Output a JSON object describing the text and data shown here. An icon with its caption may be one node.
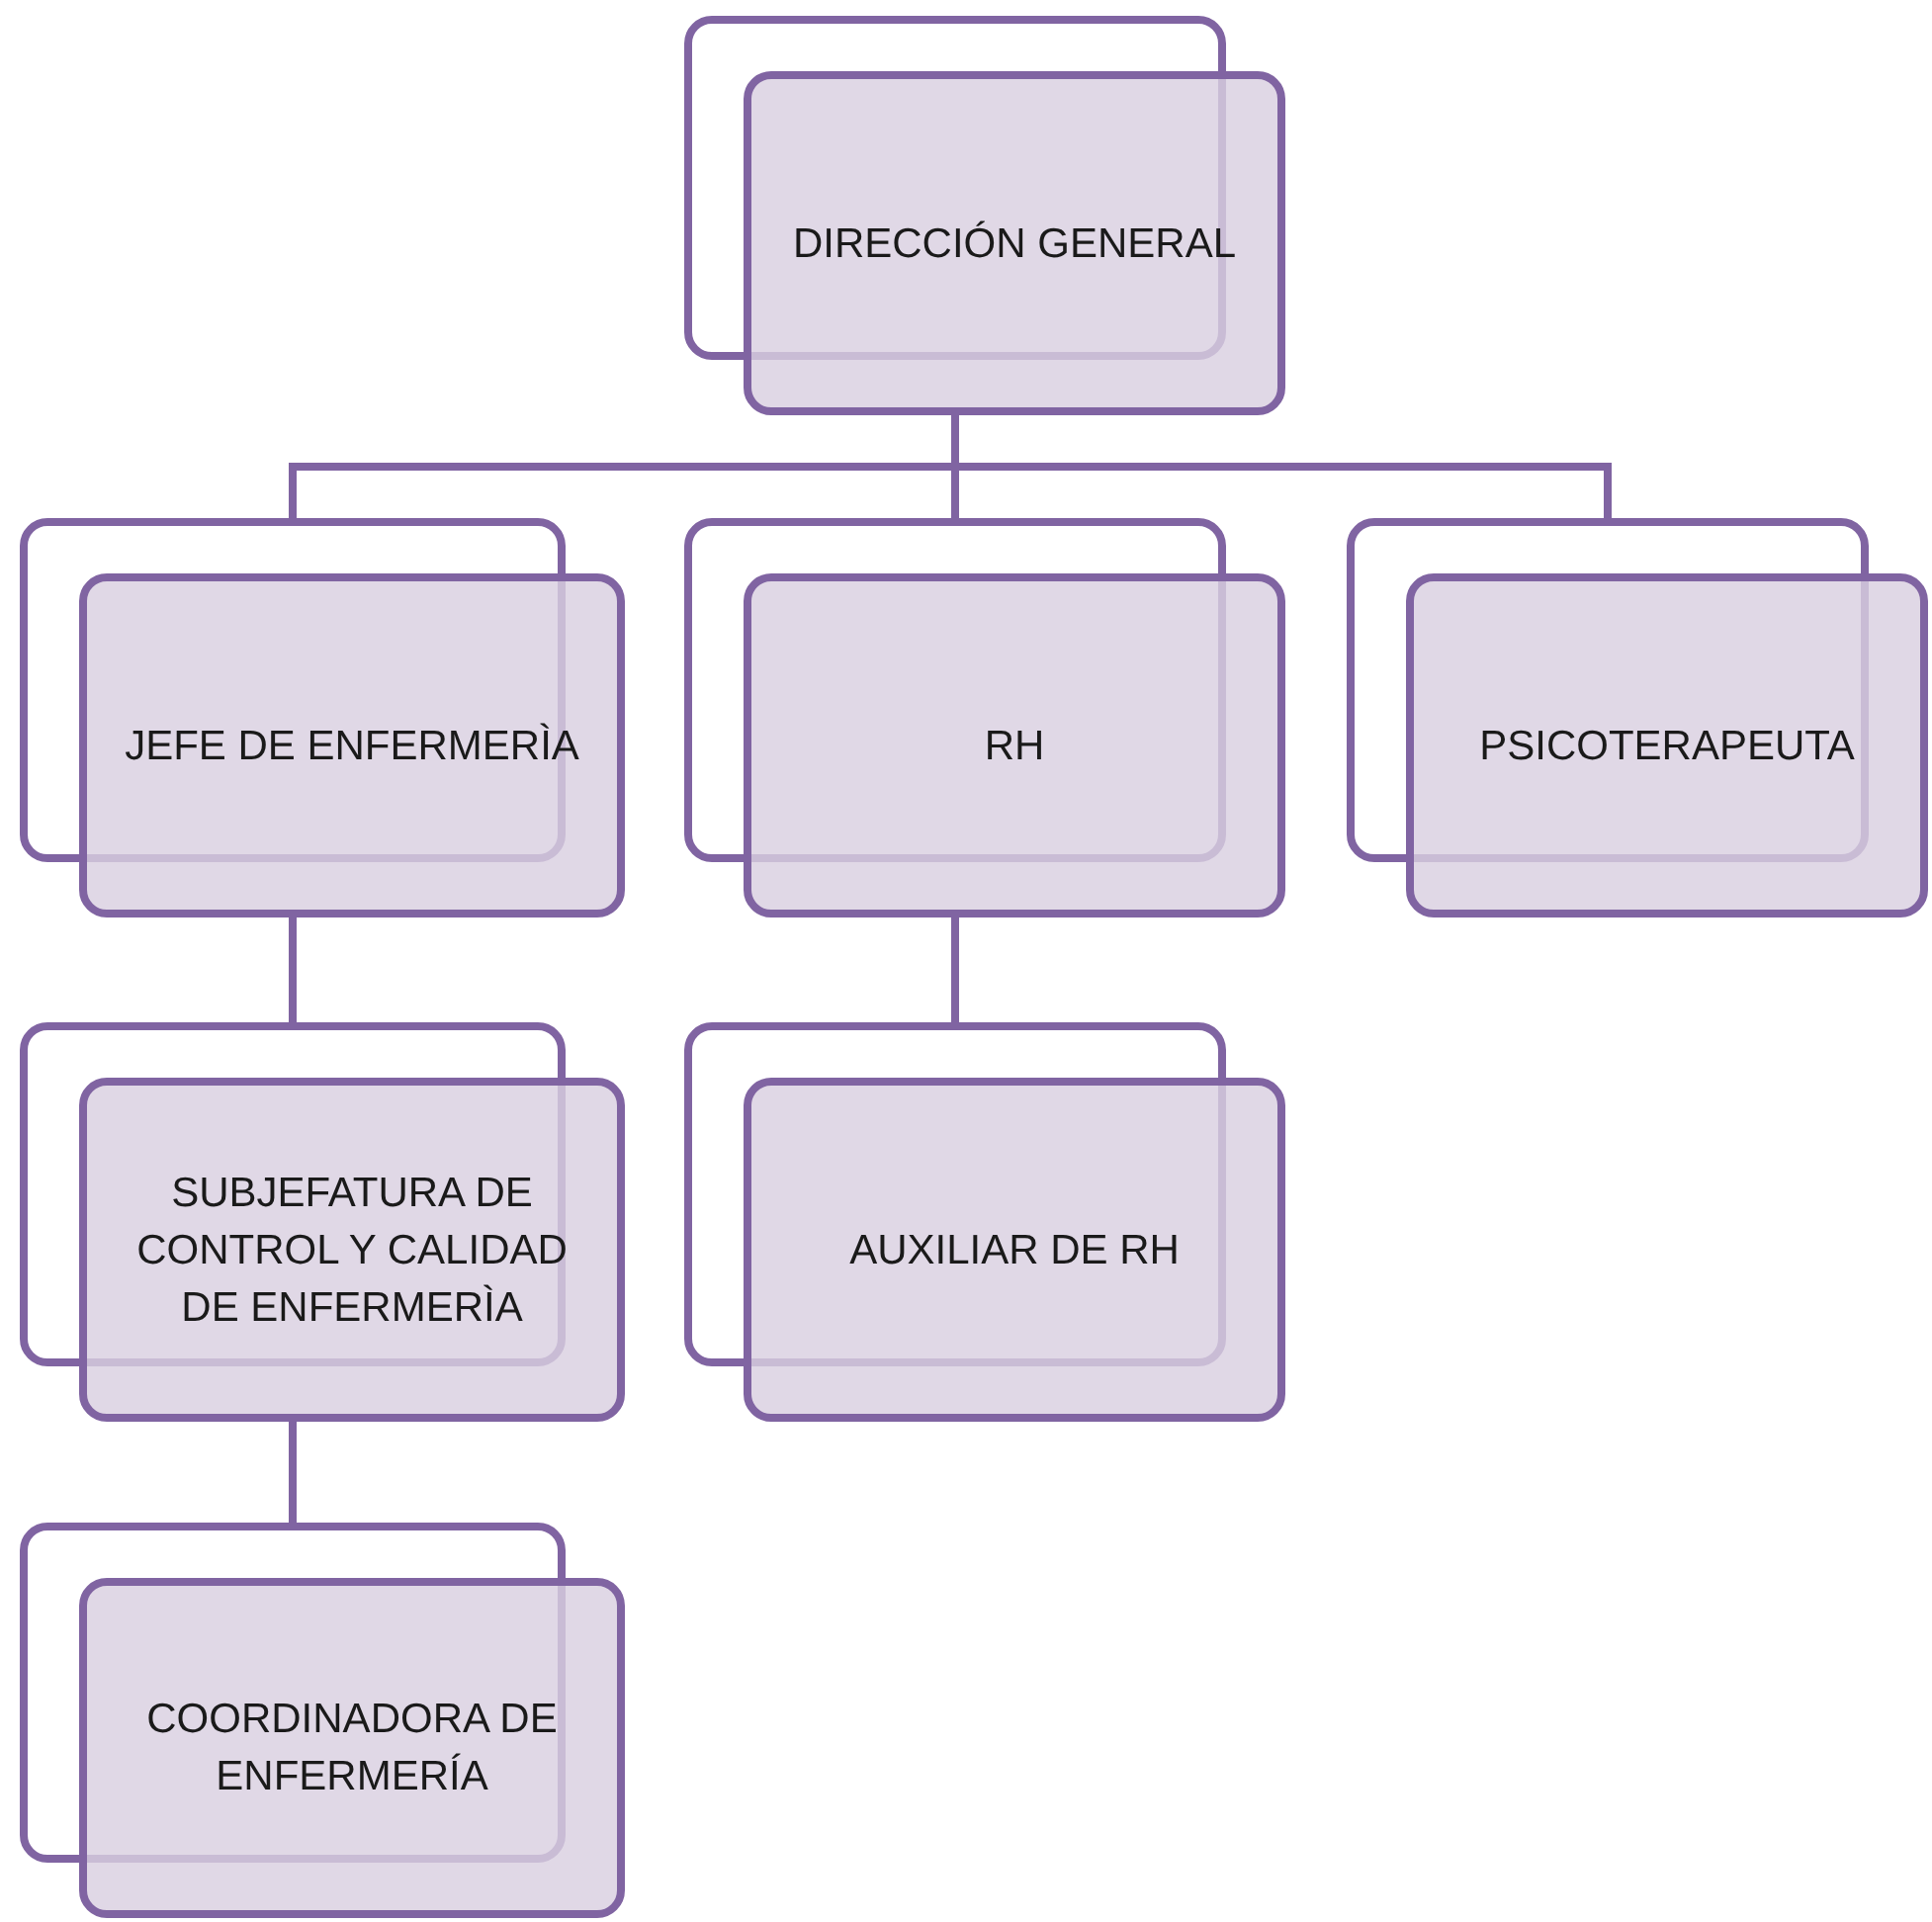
{
  "diagram": {
    "nodes": [
      {
        "text": [
          "DIRECCIÓN GENERAL"
        ]
      },
      {
        "text": [
          "JEFE DE ENFERMERÌA"
        ]
      },
      {
        "text": [
          "RH"
        ]
      },
      {
        "text": [
          "PSICOTERAPEUTA"
        ]
      },
      {
        "text": [
          "SUBJEFATURA DE CONTROL Y CALIDAD DE ENFERMERÌA"
        ]
      },
      {
        "text": [
          "AUXILIAR DE RH"
        ]
      },
      {
        "text": [
          "COORDINADORA DE ENFERMERÍA"
        ]
      }
    ],
    "edges": [
      {
        "from": 0,
        "to": 1,
        "arrow": "none"
      },
      {
        "from": 0,
        "to": 2,
        "arrow": "none"
      },
      {
        "from": 0,
        "to": 3,
        "arrow": "none"
      },
      {
        "from": 1,
        "to": 4,
        "arrow": "none"
      },
      {
        "from": 2,
        "to": 5,
        "arrow": "none"
      },
      {
        "from": 4,
        "to": 6,
        "arrow": "none"
      }
    ]
  }
}
